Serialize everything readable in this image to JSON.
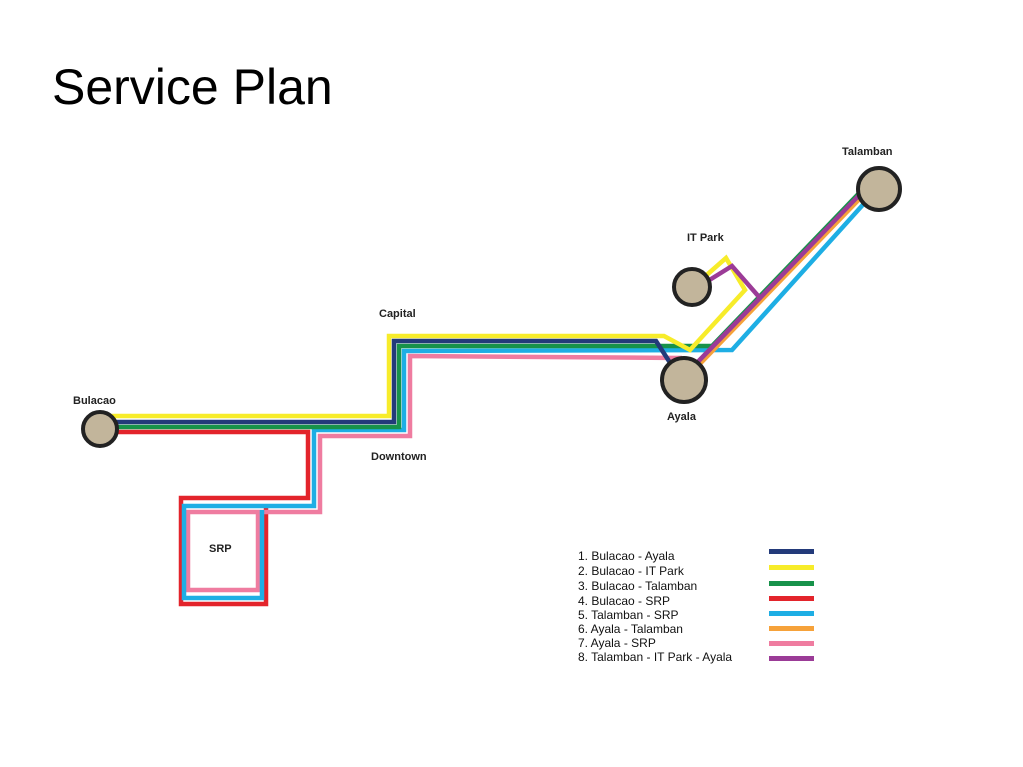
{
  "title": "Service Plan",
  "colors": {
    "station_fill": "#c2b59b",
    "station_stroke": "#222222",
    "route_1": "#233a7a",
    "route_2": "#f7ec2a",
    "route_3": "#17924a",
    "route_4": "#e3242b",
    "route_5": "#1eaee4",
    "route_6": "#f6a23a",
    "route_7": "#ef7ca0",
    "route_8": "#9b3b97"
  },
  "stations": {
    "talamban": "Talamban",
    "it_park": "IT Park",
    "capital": "Capital",
    "bulacao": "Bulacao",
    "ayala": "Ayala",
    "downtown": "Downtown",
    "srp": "SRP"
  },
  "legend": [
    {
      "label": "1. Bulacao - Ayala",
      "color": "#233a7a"
    },
    {
      "label": "2. Bulacao - IT Park",
      "color": "#f7ec2a"
    },
    {
      "label": "3. Bulacao - Talamban",
      "color": "#17924a"
    },
    {
      "label": "4. Bulacao - SRP",
      "color": "#e3242b"
    },
    {
      "label": "5. Talamban - SRP",
      "color": "#1eaee4"
    },
    {
      "label": "6. Ayala - Talamban",
      "color": "#f6a23a"
    },
    {
      "label": "7. Ayala - SRP",
      "color": "#ef7ca0"
    },
    {
      "label": "8. Talamban - IT Park - Ayala",
      "color": "#9b3b97"
    }
  ]
}
